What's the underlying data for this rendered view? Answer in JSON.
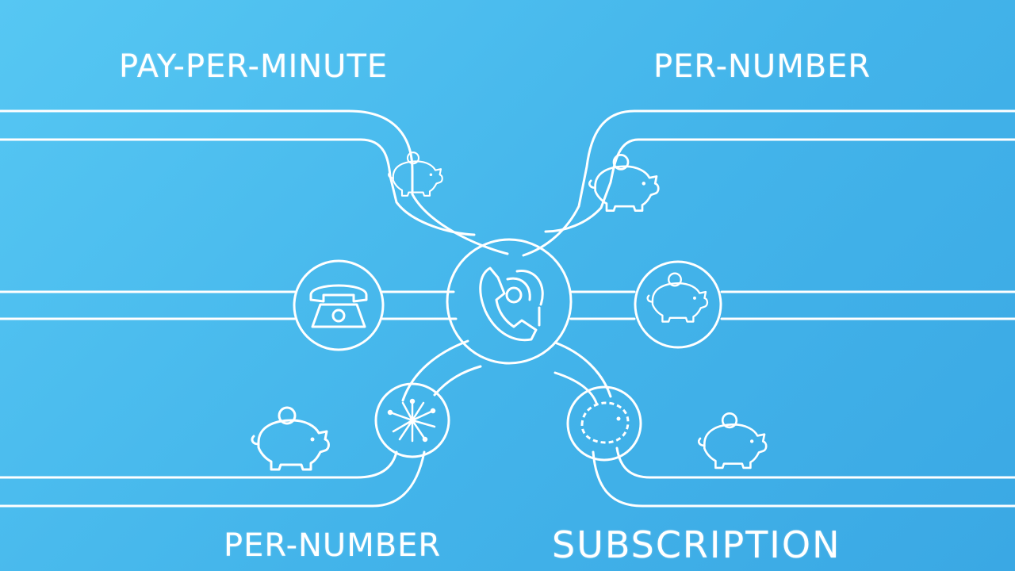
{
  "labels": {
    "top_left": "PAY-PER-MINUTE",
    "top_right": "PER-NUMBER",
    "bottom_left": "PER-NUMBER",
    "bottom_right": "SUBSCRIPTION"
  },
  "colors": {
    "background_start": "#56c7f3",
    "background_end": "#3aa8e4",
    "line": "#ffffff"
  },
  "icons": {
    "center": "phone-handset-icon",
    "left": "rotary-telephone-icon",
    "right": "piggy-bank-icon",
    "lower_left": "network-burst-icon",
    "lower_right": "piggy-bank-outline-icon",
    "upper_left": "piggy-bank-icon",
    "upper_right": "piggy-bank-icon",
    "bottom_left": "piggy-bank-icon",
    "bottom_right": "piggy-bank-icon"
  }
}
